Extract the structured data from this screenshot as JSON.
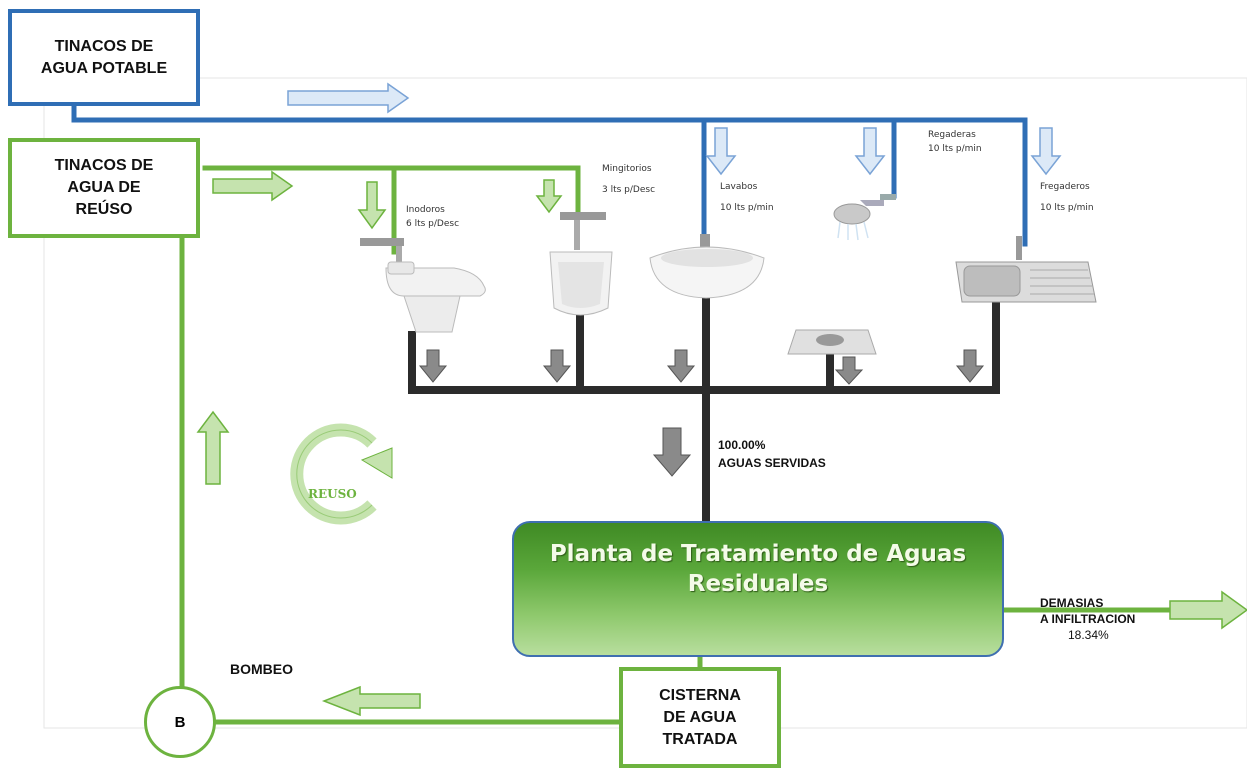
{
  "boxes": {
    "potable": "TINACOS DE\nAGUA POTABLE",
    "reuse": "TINACOS DE\nAGUA DE\nREÚSO",
    "cistern": "CISTERNA\nDE AGUA\nTRATADA",
    "plant": "Planta de Tratamiento de Aguas\nResiduales",
    "pump": "B"
  },
  "fixtures": {
    "inodoros": {
      "name": "Inodoros",
      "rate": "6 lts p/Desc"
    },
    "mingitorios": {
      "name": "Mingitorios",
      "rate": "3 lts p/Desc"
    },
    "lavabos": {
      "name": "Lavabos",
      "rate": "10 lts p/min"
    },
    "regaderas": {
      "name": "Regaderas",
      "rate": "10 lts p/min"
    },
    "fregaderos": {
      "name": "Fregaderos",
      "rate": "10 lts p/min"
    }
  },
  "labels": {
    "served_percent": "100.00%",
    "served_text": "AGUAS SERVIDAS",
    "excess_line1": "DEMASIAS",
    "excess_line2": "A INFILTRACION",
    "excess_percent": "18.34%",
    "bombeo": "BOMBEO",
    "reuso": "REUSO"
  },
  "colors": {
    "potable_line": "#2f6eb5",
    "reuse_line": "#6db33f",
    "drain_line": "#2b2b2b",
    "arrow_blue": "#dce9f7",
    "arrow_green": "#c5e3ae",
    "arrow_gray": "#8a8a8a"
  }
}
